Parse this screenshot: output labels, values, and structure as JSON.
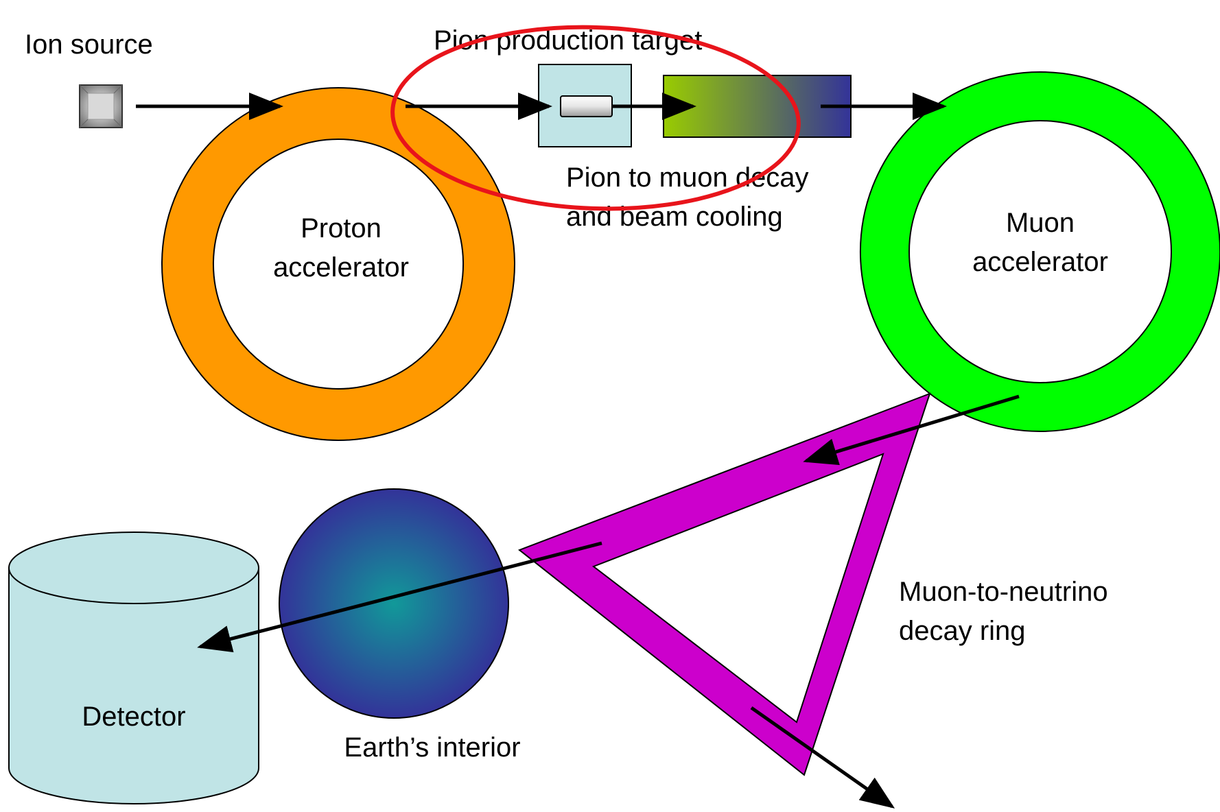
{
  "labels": {
    "ion_source": "Ion source",
    "pion_target": "Pion production target",
    "decay_cooling_line1": "Pion to muon decay",
    "decay_cooling_line2": "and beam cooling",
    "proton_line1": "Proton",
    "proton_line2": "accelerator",
    "muon_line1": "Muon",
    "muon_line2": "accelerator",
    "decay_ring_line1": "Muon-to-neutrino",
    "decay_ring_line2": "decay ring",
    "earth": "Earth’s interior",
    "detector": "Detector"
  },
  "colors": {
    "proton_ring": "#ff9900",
    "muon_ring": "#00ff00",
    "decay_ring": "#cc00cc",
    "detector": "#c0e4e6",
    "target_box": "#c0e4e6",
    "highlight_ellipse": "#e8141b",
    "cooling_gradient": [
      "#99cc00",
      "#333399"
    ],
    "earth_gradient": [
      "#119999",
      "#333399"
    ],
    "arrows": "#000000"
  },
  "icons": {
    "ion_source": "beveled-square-icon",
    "target_rod": "cylinder-rod-icon"
  }
}
